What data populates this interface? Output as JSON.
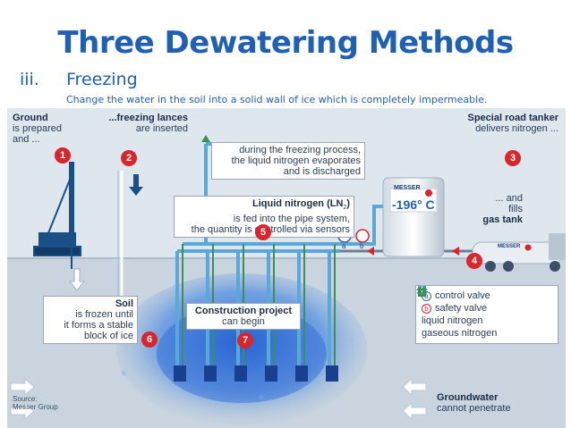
{
  "header": {
    "title": "Three Dewatering Methods",
    "section_number": "iii.",
    "section_title": "Freezing",
    "description": "Change the water in the soil into a solid wall of ice which is completely impermeable."
  },
  "diagram": {
    "step1": {
      "number": "1",
      "lines": [
        "Ground",
        "is prepared",
        "and ..."
      ]
    },
    "step2": {
      "number": "2",
      "lines": [
        "...freezing lances",
        "are inserted"
      ]
    },
    "step3": {
      "number": "3",
      "lines": [
        "Special road tanker",
        "delivers nitrogen ..."
      ]
    },
    "step4": {
      "number": "4",
      "lines": [
        "... and",
        "fills",
        "gas tank"
      ]
    },
    "step5": {
      "number": "5",
      "lines": [
        "Liquid nitrogen (LN",
        "2",
        ")",
        "is fed into the pipe system,",
        "the quantity is controlled via sensors"
      ]
    },
    "step6": {
      "number": "6",
      "lines": [
        "Soil",
        "is frozen until",
        "it forms a stable",
        "block of ice"
      ]
    },
    "step7": {
      "number": "7",
      "lines": [
        "Construction project",
        "can begin"
      ]
    },
    "evaporation": {
      "lines": [
        "during the freezing process,",
        "the liquid nitrogen evaporates",
        "and is discharged"
      ]
    },
    "tank": {
      "brand": "MESSER",
      "temperature": "-196° C"
    },
    "truck": {
      "brand": "MESSER"
    },
    "valves": {
      "a": "a",
      "b": "b"
    },
    "legend": [
      {
        "symbol": "a",
        "label": "control valve"
      },
      {
        "symbol": "b",
        "label": "safety valve"
      },
      {
        "symbol": "liquid",
        "label": "liquid nitrogen"
      },
      {
        "symbol": "gas",
        "label": "gaseous nitrogen"
      }
    ],
    "groundwater": {
      "lines": [
        "Groundwater",
        "cannot penetrate"
      ]
    },
    "source": {
      "lines": [
        "Source:",
        "Messer Group"
      ]
    }
  },
  "colors": {
    "title": "#1f5fb4",
    "badge": "#d9262c",
    "ice": "#2f6fd6",
    "pipe": "#5ba8d8",
    "ground": "#c9d3dc",
    "sky": "#dfe7ee"
  }
}
